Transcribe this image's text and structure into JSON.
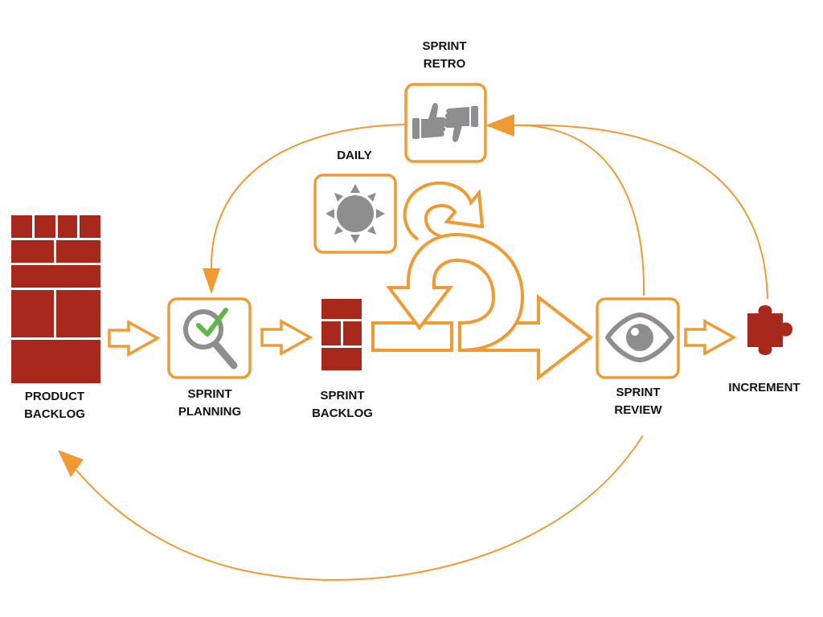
{
  "labels": {
    "product_backlog": [
      "PRODUCT",
      "BACKLOG"
    ],
    "sprint_planning": [
      "SPRINT",
      "PLANNING"
    ],
    "sprint_backlog": [
      "SPRINT",
      "BACKLOG"
    ],
    "daily": [
      "DAILY"
    ],
    "sprint_retro": [
      "SPRINT",
      "RETRO"
    ],
    "sprint_review": [
      "SPRINT",
      "REVIEW"
    ],
    "increment": [
      "INCREMENT"
    ]
  },
  "colors": {
    "orange": "#F09A34",
    "brick": "#A8291B",
    "icon_gray": "#8E8E8E",
    "check_green": "#5DB846",
    "text": "#111111"
  },
  "icons": {
    "product_backlog": "brick-wall-icon",
    "sprint_planning": "magnifier-check-icon",
    "sprint_backlog": "small-brick-stack-icon",
    "daily": "sun-icon",
    "sprint_retro": "thumbs-up-down-icon",
    "sprint_review": "eye-icon",
    "increment": "puzzle-piece-icon"
  }
}
